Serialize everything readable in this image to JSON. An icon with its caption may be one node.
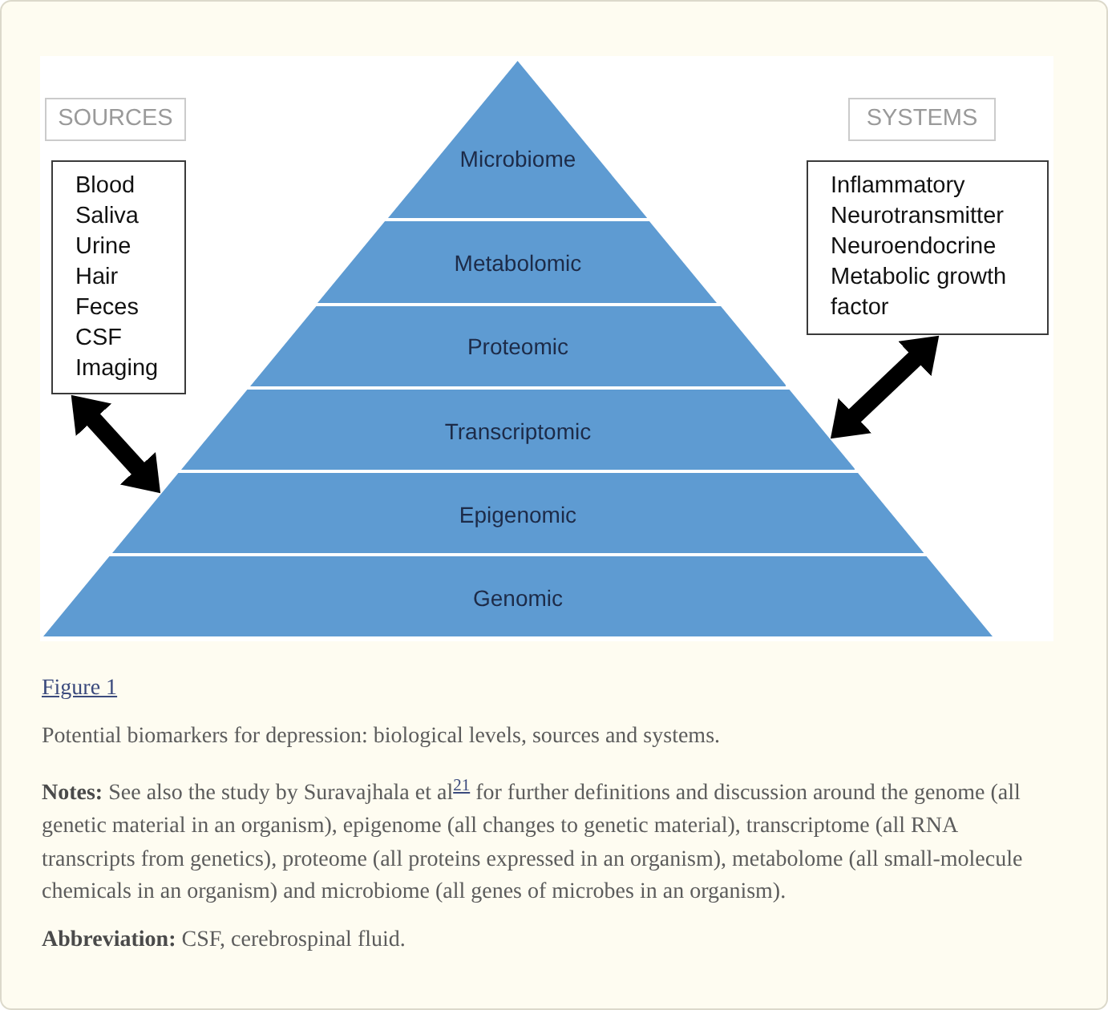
{
  "diagram": {
    "title": "Figure 1",
    "caption": "Potential biomarkers for depression: biological levels, sources and systems.",
    "nodes": [
      {
        "text": [
          "SOURCES"
        ]
      },
      {
        "text": [
          "Blood",
          "Saliva",
          "Urine",
          "Hair",
          "Feces",
          "CSF",
          "Imaging"
        ]
      },
      {
        "text": [
          "Microbiome"
        ]
      },
      {
        "text": [
          "Metabolomic"
        ]
      },
      {
        "text": [
          "Proteomic"
        ]
      },
      {
        "text": [
          "Transcriptomic"
        ]
      },
      {
        "text": [
          "Epigenomic"
        ]
      },
      {
        "text": [
          "Genomic"
        ]
      },
      {
        "text": [
          "SYSTEMS"
        ]
      },
      {
        "text": [
          "Inflammatory",
          "Neurotransmitter",
          "Neuroendocrine",
          "Metabolic growth factor"
        ]
      }
    ],
    "edges": [
      {
        "from": 1,
        "to": 6,
        "arrow": "both"
      },
      {
        "from": 9,
        "to": 5,
        "arrow": "both"
      }
    ],
    "labels": [
      "**Notes:** See also the study by Suravajhala et al$^{21}$ for further definitions and discussion around the genome (all genetic material in an organism), epigenome (all changes to genetic material), transcriptome (all RNA transcripts from genetics), proteome (all proteins expressed in an organism), metabolome (all small-molecule chemicals in an organism) and microbiome (all genes of microbes in an organism).",
      "**Abbreviation:** CSF, cerebrospinal fluid."
    ]
  }
}
